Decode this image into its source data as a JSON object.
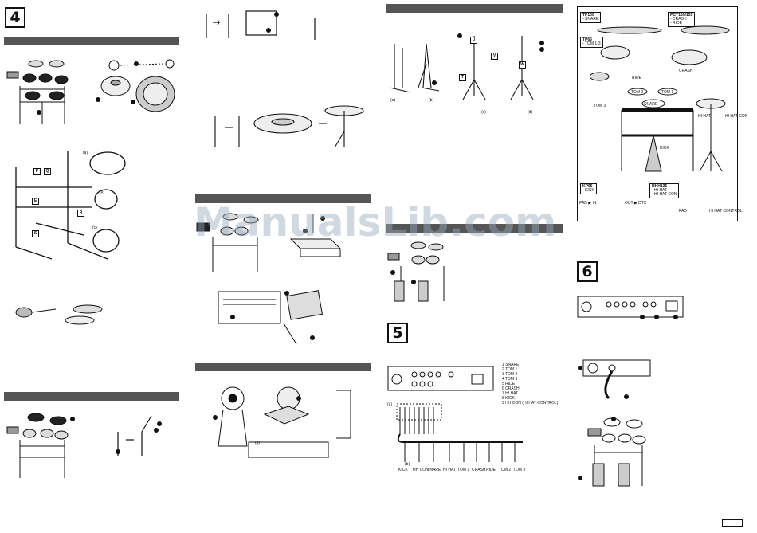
{
  "steps": {
    "step4": "4",
    "step5": "5",
    "step6": "6"
  },
  "watermark": "ManualsLib.com",
  "figure_labels": {
    "a": "(a)",
    "b": "(b)",
    "c": "(c)",
    "a2": "(a)",
    "b2": "(b)",
    "c2": "(c)",
    "d2": "(d)",
    "a3": "(a)",
    "a4": "(a)",
    "b4": "(b)"
  },
  "letter_markers": {
    "P": "P",
    "Q": "Q",
    "E": "E",
    "R": "R",
    "S": "S",
    "U": "U",
    "V": "V",
    "T": "T",
    "W": "W"
  },
  "pads": {
    "tp100": {
      "title": "TP100",
      "sub": "- SNARE"
    },
    "tp65": {
      "title": "TP65",
      "sub": "- TOM 1-3"
    },
    "pcy": {
      "title": "PCY135/155",
      "sub1": "- CRASH",
      "sub2": "- RIDE"
    },
    "kp65": {
      "title": "KP65",
      "sub": "- KICK"
    },
    "rhh": {
      "title": "RHH135",
      "sub1": "- HI HAT",
      "sub2": "- HI HAT CON"
    }
  },
  "kit_labels": {
    "ride": "RIDE",
    "crash": "CRASH",
    "tom1": "TOM 1",
    "tom2": "TOM 2",
    "tom3": "TOM 3",
    "snare": "SNARE",
    "hihat": "HI HAT",
    "hihatcon": "HI HAT CON",
    "kick": "KICK",
    "pad_in": "PAD ▶ IN",
    "out_dtx": "OUT ▶ DTX",
    "pad2": "PAD",
    "hh_control": "HI HAT CONTROL"
  },
  "step5_legend": [
    "1 SNARE",
    "2 TOM 1",
    "3 TOM 2",
    "4 TOM 3",
    "5 RIDE",
    "6 CRASH",
    "7 HI HAT",
    "8 KICK",
    "9 HH CON (HI HAT CONTROL)"
  ],
  "cable_labels": [
    "KICK",
    "HH CON",
    "SNARE",
    "HI HAT",
    "TOM 1",
    "CRASH",
    "RIDE",
    "TOM 2",
    "TOM 3"
  ],
  "colors": {
    "bar": "#555555",
    "text": "#111111"
  }
}
